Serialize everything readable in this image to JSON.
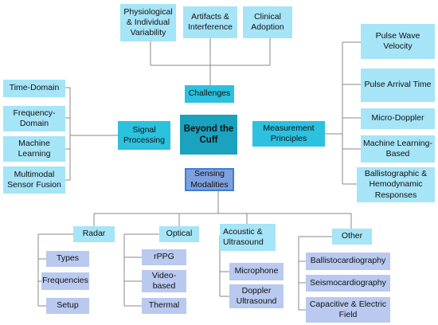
{
  "center": "Beyond the Cuff",
  "branches": {
    "challenges": {
      "label": "Challenges",
      "items": [
        "Physiological & Individual Variability",
        "Artifacts & Interference",
        "Clinical Adoption"
      ]
    },
    "signal_processing": {
      "label": "Signal Processing",
      "items": [
        "Time-Domain",
        "Frequency-Domain",
        "Machine Learning",
        "Multimodal Sensor Fusion"
      ]
    },
    "measurement_principles": {
      "label": "Measurement Principles",
      "items": [
        "Pulse Wave Velocity",
        "Pulse Arrival Time",
        "Micro-Doppler",
        "Machine Learning-Based",
        "Ballistographic & Hemodynamic Responses"
      ]
    },
    "sensing_modalities": {
      "label": "Sensing Modalities",
      "radar": {
        "label": "Radar",
        "items": [
          "Types",
          "Frequencies",
          "Setup"
        ]
      },
      "optical": {
        "label": "Optical",
        "items": [
          "rPPG",
          "Video-based",
          "Thermal"
        ]
      },
      "acoustic": {
        "label": "Acoustic & Ultrasound",
        "items": [
          "Microphone",
          "Doppler Ultrasound"
        ]
      },
      "other": {
        "label": "Other",
        "items": [
          "Ballistocardiography",
          "Seismocardiography",
          "Capacitive & Electric Field"
        ]
      }
    }
  },
  "colors": {
    "light_box": "#a6e4f7",
    "mid_box": "#2cc1de",
    "center_box": "#1aa2be",
    "lavender_box": "#b9c9ef",
    "line": "#888888"
  }
}
